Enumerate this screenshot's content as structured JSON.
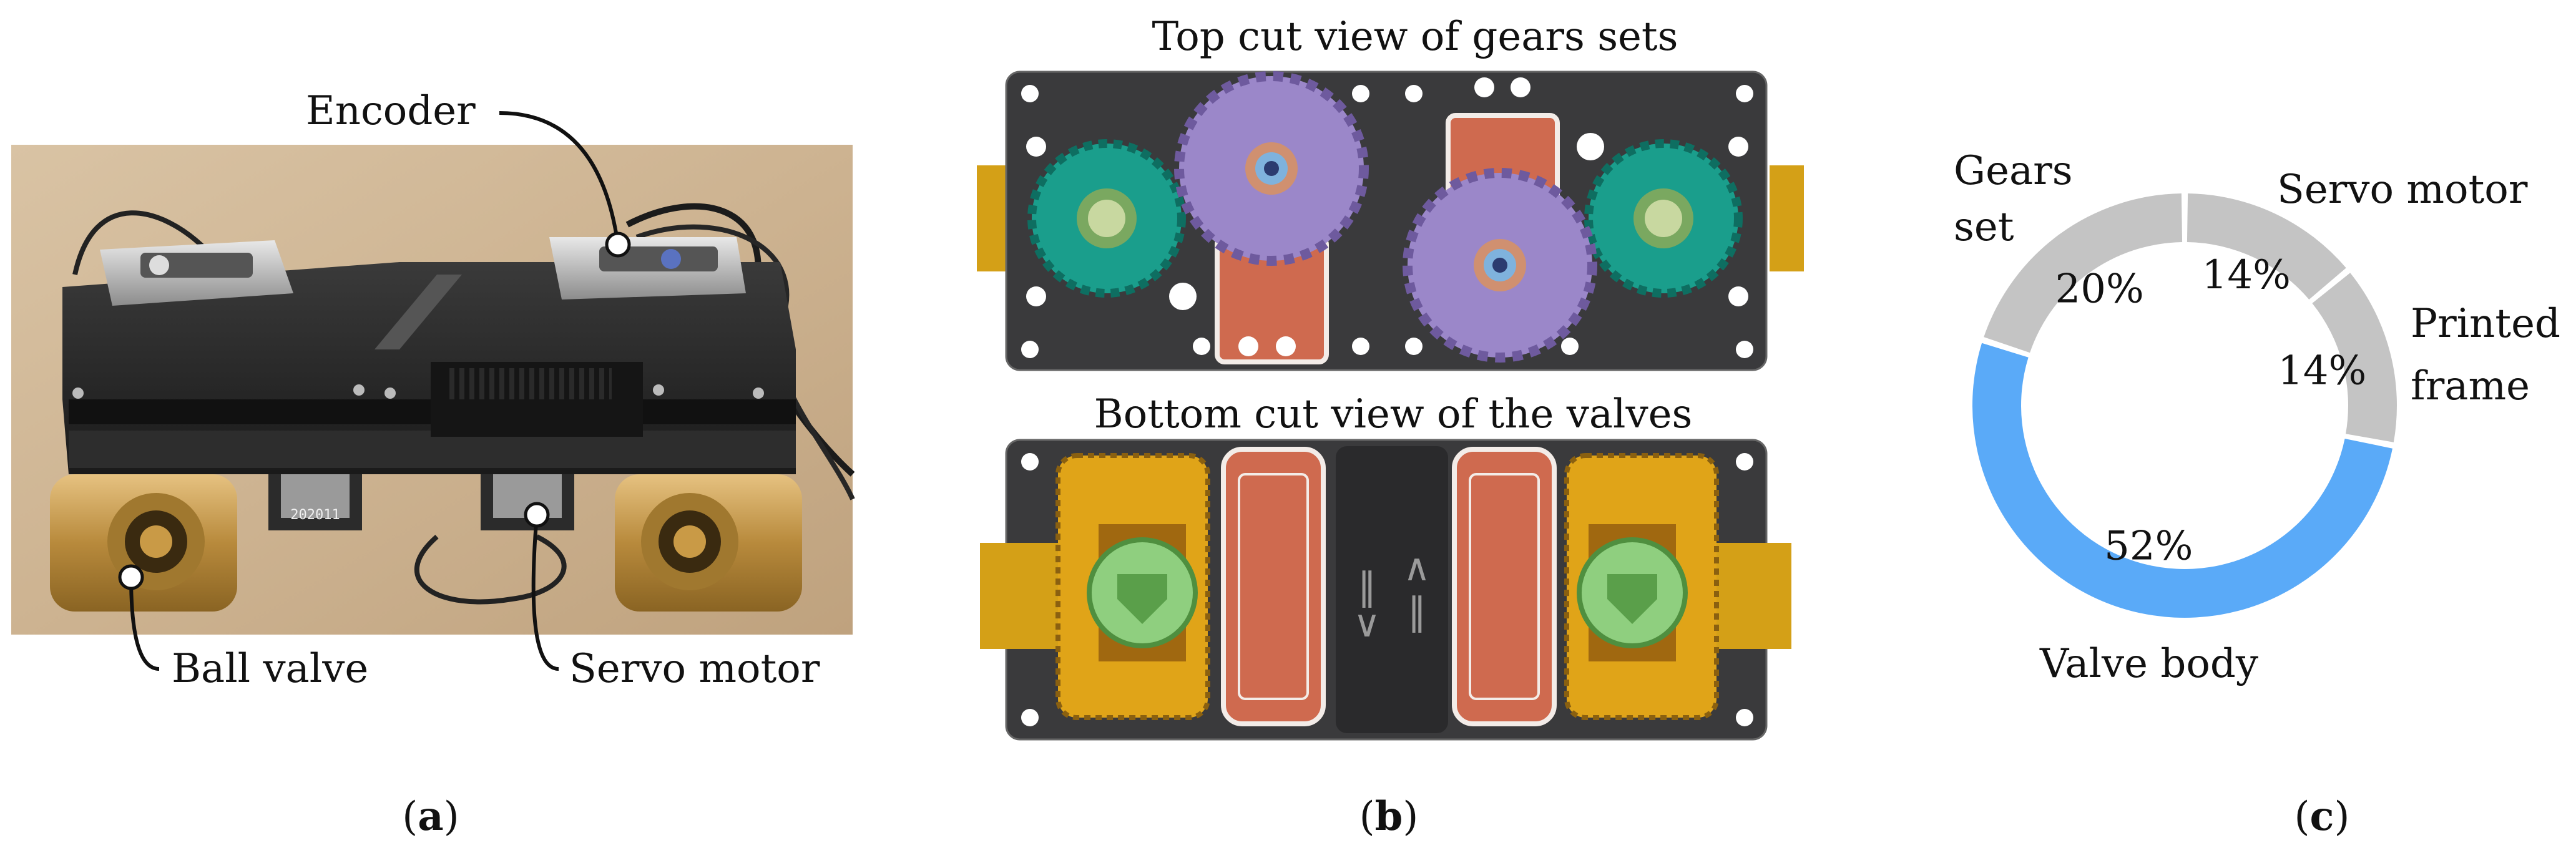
{
  "panel_a": {
    "callouts": {
      "encoder": "Encoder",
      "ball_valve": "Ball valve",
      "servo_motor": "Servo motor"
    },
    "stamp": "202011",
    "caption_letter": "a"
  },
  "panel_b": {
    "top_title": "Top cut view of gears sets",
    "bottom_title": "Bottom cut view of the valves",
    "caption_letter": "b"
  },
  "panel_c": {
    "caption_letter": "c",
    "labels": {
      "gears_line1": "Gears",
      "gears_line2": "set",
      "servo": "Servo motor",
      "printed_line1": "Printed",
      "printed_line2": "frame",
      "valve": "Valve body"
    }
  },
  "chart_data": {
    "type": "pie",
    "donut": true,
    "categories": [
      "Servo motor",
      "Printed frame",
      "Valve body",
      "Gears set"
    ],
    "values": [
      14,
      14,
      52,
      20
    ],
    "value_labels": [
      "14%",
      "14%",
      "52%",
      "20%"
    ],
    "colors": [
      "#c4c4c4",
      "#c4c4c4",
      "#5aaaf8",
      "#c4c4c4"
    ],
    "legend": "none"
  },
  "colors": {
    "gray_segment": "#c4c4c4",
    "blue_segment": "#5aaaf8",
    "frame_dark": "#3a3a3c",
    "gear_teal": "#1a9e8c",
    "gear_purple": "#9b87c9",
    "servo_orange": "#cf6a4f",
    "brass": "#d4a017",
    "valve_green": "#8fcf7f"
  }
}
